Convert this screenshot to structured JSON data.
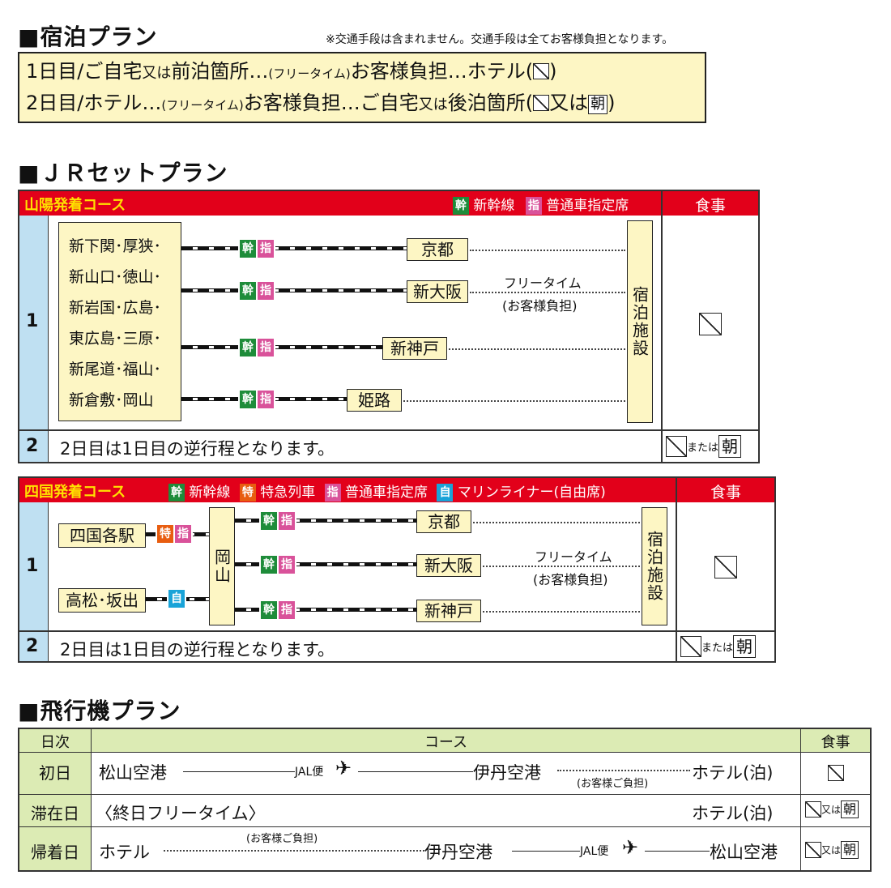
{
  "lodging": {
    "heading": "■宿泊プラン",
    "note": "※交通手段は含まれません。交通手段は全てお客様負担となります。",
    "day1": {
      "a": "1日目/ご自宅",
      "b": "又は",
      "c": "前泊箇所…",
      "d": "(フリータイム)",
      "e": "お客様負担…ホテル(",
      "f": ")"
    },
    "day2": {
      "a": "2日目/ホテル…",
      "b": "(フリータイム)",
      "c": "お客様負担…ご自宅",
      "d": "又は",
      "e": "後泊箇所(",
      "f": "又は",
      "g": "朝",
      "h": ")"
    }
  },
  "jr": {
    "heading": "■ＪＲセットプラン",
    "badges": {
      "kan": "幹",
      "shi": "指",
      "toku": "特",
      "ji": "自"
    },
    "sanyo": {
      "title": "山陽発着コース",
      "legend_kan": "新幹線",
      "legend_shi": "普通車指定席",
      "meal_header": "食事",
      "day1": "1",
      "day2": "2",
      "origins": [
        "新下関･厚狭･",
        "新山口･徳山･",
        "新岩国･広島･",
        "東広島･三原･",
        "新尾道･福山･",
        "新倉敷･岡山"
      ],
      "stations": [
        "京都",
        "新大阪",
        "新神戸",
        "姫路"
      ],
      "free_time": "フリータイム",
      "self_pay": "(お客様負担)",
      "lodge": "宿泊施設",
      "day2_text": "2日目は1日目の逆行程となります。",
      "or": "または",
      "breakfast": "朝"
    },
    "shikoku": {
      "title": "四国発着コース",
      "legend_kan": "新幹線",
      "legend_toku": "特急列車",
      "legend_shi": "普通車指定席",
      "legend_ji": "マリンライナー(自由席)",
      "meal_header": "食事",
      "day1": "1",
      "day2": "2",
      "origin1": "四国各駅",
      "origin2": "高松･坂出",
      "hub": "岡山",
      "stations": [
        "京都",
        "新大阪",
        "新神戸"
      ],
      "free_time": "フリータイム",
      "self_pay": "(お客様負担)",
      "lodge": "宿泊施設",
      "day2_text": "2日目は1日目の逆行程となります。",
      "or": "または",
      "breakfast": "朝"
    }
  },
  "air": {
    "heading": "■飛行機プラン",
    "headers": {
      "day": "日次",
      "course": "コース",
      "meal": "食事"
    },
    "rows": [
      {
        "day": "初日",
        "from": "松山空港",
        "flight": "JAL便",
        "to": "伊丹空港",
        "pay": "(お客様ご負担)",
        "end": "ホテル(泊)"
      },
      {
        "day": "滞在日",
        "text": "〈終日フリータイム〉",
        "end": "ホテル(泊)",
        "or": "又は",
        "breakfast": "朝"
      },
      {
        "day": "帰着日",
        "from": "ホテル",
        "pay": "(お客様ご負担)",
        "mid": "伊丹空港",
        "flight": "JAL便",
        "end": "松山空港",
        "or": "又は",
        "breakfast": "朝"
      }
    ]
  }
}
